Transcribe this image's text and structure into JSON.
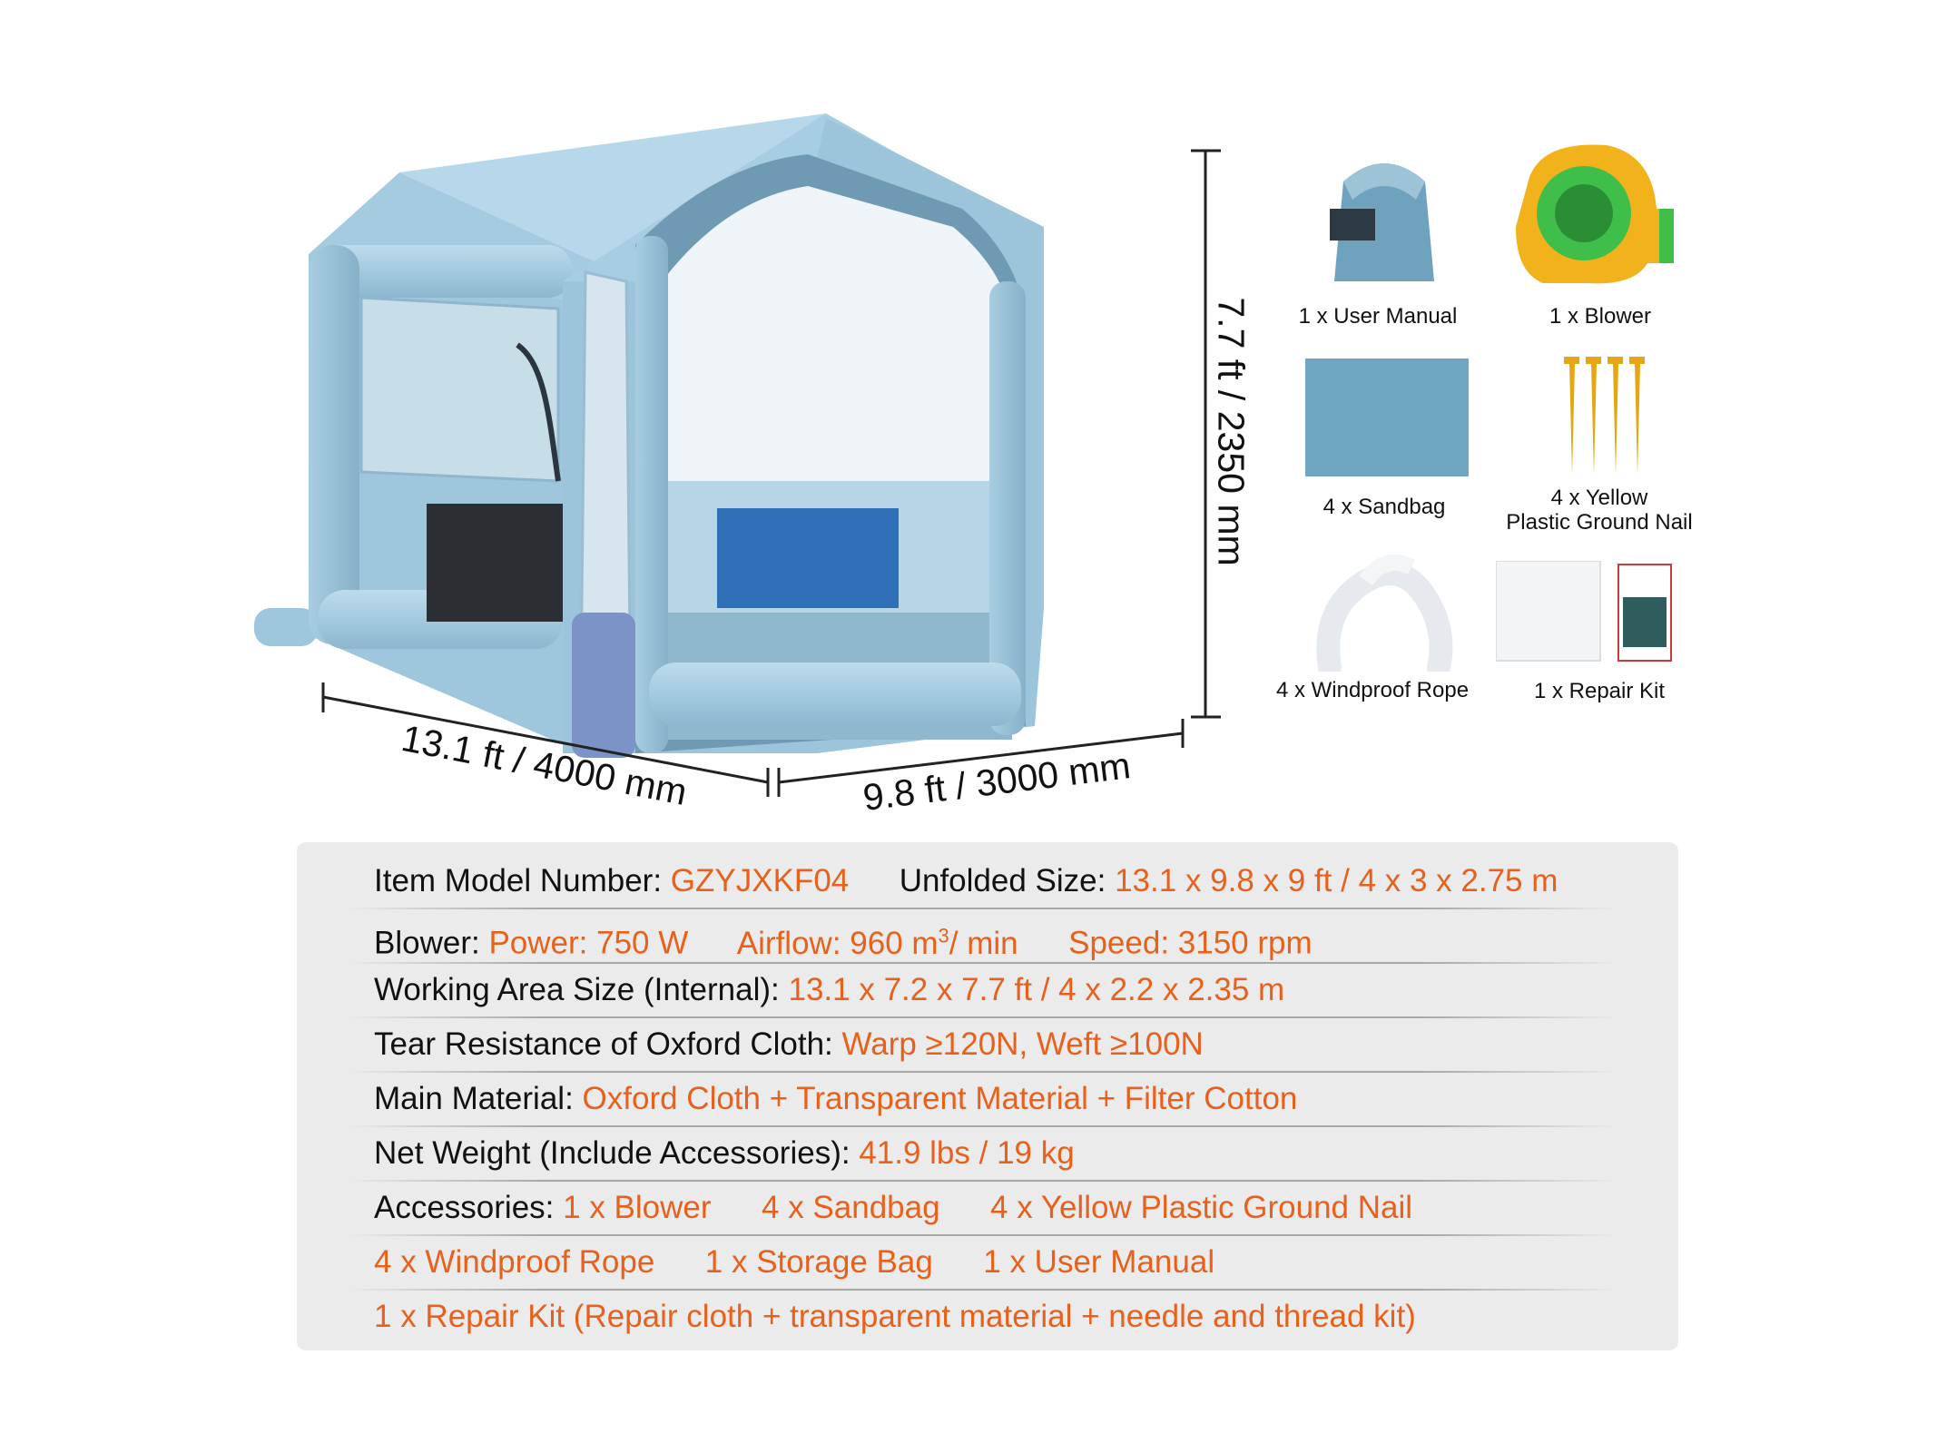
{
  "colors": {
    "accent": "#e8611c",
    "panel": "#ebebeb",
    "booth": "#9ec6dc"
  },
  "dimensions": {
    "length": "13.1 ft / 4000 mm",
    "width": "9.8 ft / 3000 mm",
    "height": "7.7 ft / 2350 mm"
  },
  "accessories": [
    {
      "label": "1 x User Manual",
      "icon": "storage-bag-icon"
    },
    {
      "label": "1 x Blower",
      "icon": "blower-icon"
    },
    {
      "label": "4 x Sandbag",
      "icon": "sandbag-icon"
    },
    {
      "label": "4 x Yellow",
      "label2": "Plastic Ground Nail",
      "icon": "ground-nail-icon"
    },
    {
      "label": "4 x Windproof Rope",
      "icon": "rope-icon"
    },
    {
      "label": "1 x Repair Kit",
      "icon": "repair-kit-icon"
    }
  ],
  "specs": {
    "model_key": "Item Model Number:",
    "model_val": "GZYJXKF04",
    "unfolded_key": "Unfolded Size:",
    "unfolded_val": "13.1  x 9.8 x 9 ft / 4 x 3 x 2.75 m",
    "blower_key": "Blower:",
    "power": "Power: 750 W",
    "airflow_a": "Airflow: 960 m",
    "airflow_sup": "3",
    "airflow_b": "/ min",
    "speed": "Speed: 3150  rpm",
    "working_key": "Working Area Size (Internal):",
    "working_val": "13.1  x 7.2 x 7.7 ft / 4 x 2.2 x 2.35 m",
    "tear_key": "Tear Resistance of Oxford Cloth:",
    "tear_val": "Warp ≥120N, Weft ≥100N",
    "material_key": "Main Material:",
    "material_val": "Oxford Cloth + Transparent Material + Filter Cotton",
    "weight_key": "Net Weight (Include Accessories):",
    "weight_val": "41.9 lbs / 19 kg",
    "acc_key": "Accessories:",
    "acc_1": "1  x Blower",
    "acc_2": "4 x Sandbag",
    "acc_3": "4 x Yellow Plastic Ground Nail",
    "acc_4": "4 x Windproof Rope",
    "acc_5": "1  x Storage Bag",
    "acc_6": "1  x User Manual",
    "acc_7": "1  x Repair Kit (Repair cloth + transparent material + needle and thread kit)"
  }
}
